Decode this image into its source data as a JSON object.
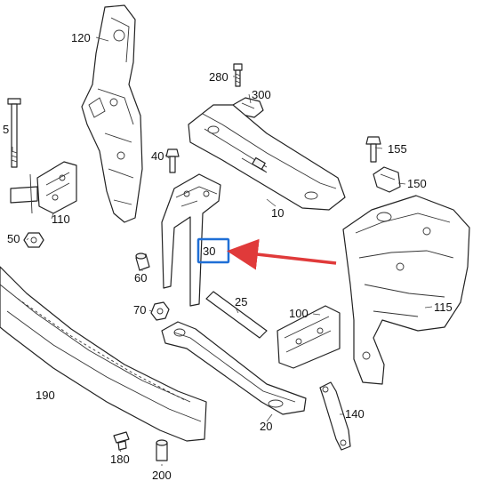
{
  "diagram": {
    "callouts": [
      {
        "id": "120",
        "label": "120"
      },
      {
        "id": "280",
        "label": "280"
      },
      {
        "id": "300",
        "label": "300"
      },
      {
        "id": "5",
        "label": "5"
      },
      {
        "id": "155",
        "label": "155"
      },
      {
        "id": "40",
        "label": "40"
      },
      {
        "id": "150",
        "label": "150"
      },
      {
        "id": "110",
        "label": "110"
      },
      {
        "id": "10",
        "label": "10"
      },
      {
        "id": "50",
        "label": "50"
      },
      {
        "id": "30",
        "label": "30"
      },
      {
        "id": "60",
        "label": "60"
      },
      {
        "id": "25",
        "label": "25"
      },
      {
        "id": "115",
        "label": "115"
      },
      {
        "id": "70",
        "label": "70"
      },
      {
        "id": "100",
        "label": "100"
      },
      {
        "id": "190",
        "label": "190"
      },
      {
        "id": "140",
        "label": "140"
      },
      {
        "id": "20",
        "label": "20"
      },
      {
        "id": "180",
        "label": "180"
      },
      {
        "id": "200",
        "label": "200"
      }
    ],
    "highlight": {
      "target": "30",
      "box_color": "#1f6fd6",
      "arrow_color": "#e03a3a"
    }
  }
}
